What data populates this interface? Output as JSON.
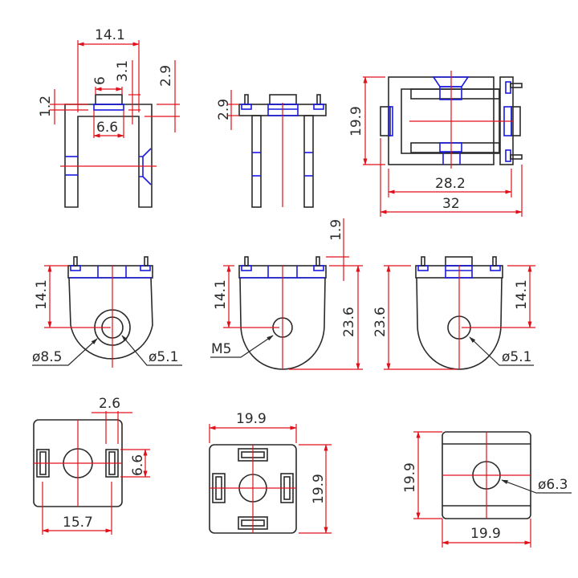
{
  "drawing": {
    "title": "Corner bracket connector - orthographic views",
    "colors": {
      "outline": "#2a2a2a",
      "hidden": "#1a1adf",
      "dimension": "#e0101a",
      "background": "#ffffff"
    },
    "view_front_top": {
      "dims": {
        "overall_width": "14.1",
        "tab_width": "6",
        "slot_width": "6.6",
        "tab_height": "3.1",
        "plate_thickness": "2.9",
        "gap": "1.2"
      }
    },
    "view_side_top": {
      "dims": {
        "plate_thickness": "2.9"
      }
    },
    "view_plan_top": {
      "dims": {
        "height": "19.9",
        "inner_length": "28.2",
        "overall_length": "32"
      }
    },
    "view_left_mid": {
      "dims": {
        "hole_depth": "14.1",
        "counterbore_dia": "ø8.5",
        "hole_dia": "ø5.1"
      }
    },
    "view_center_mid": {
      "dims": {
        "hole_depth": "14.1",
        "thread": "M5",
        "total_height": "23.6",
        "pin_height": "1.9"
      }
    },
    "view_right_mid": {
      "dims": {
        "total_height": "23.6",
        "hole_depth": "14.1",
        "hole_dia": "ø5.1"
      }
    },
    "view_left_bottom": {
      "dims": {
        "slot_width": "2.6",
        "slot_height": "6.6",
        "slot_spacing": "15.7"
      }
    },
    "view_center_bottom": {
      "dims": {
        "width": "19.9",
        "height": "19.9"
      }
    },
    "view_right_bottom": {
      "dims": {
        "height": "19.9",
        "width": "19.9",
        "hole_dia": "ø6.3"
      }
    }
  }
}
